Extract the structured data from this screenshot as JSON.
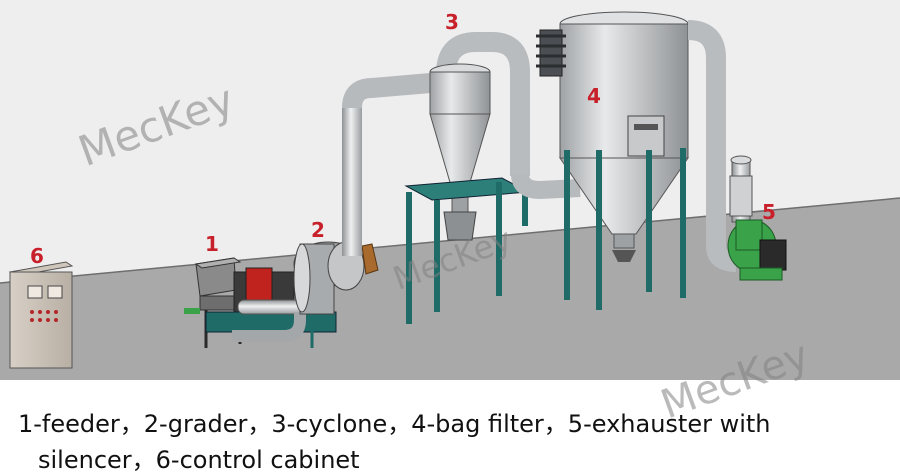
{
  "labels": {
    "feeder": "1",
    "grader": "2",
    "cyclone": "3",
    "bag_filter": "4",
    "exhauster": "5",
    "control_cabinet": "6"
  },
  "watermark": "MecKey",
  "caption": {
    "line1": "1-feeder，2-grader，3-cyclone，4-bag filter，5-exhauster with",
    "line2": "silencer，6-control cabinet"
  },
  "colors": {
    "floor": "#a9a9a9",
    "wall": "#eeeeee",
    "steel": "#c7c9cb",
    "frame": "#1f6b68",
    "label": "#c8202a",
    "motor_red": "#c0221d",
    "exhauster_green": "#3aa34a"
  }
}
